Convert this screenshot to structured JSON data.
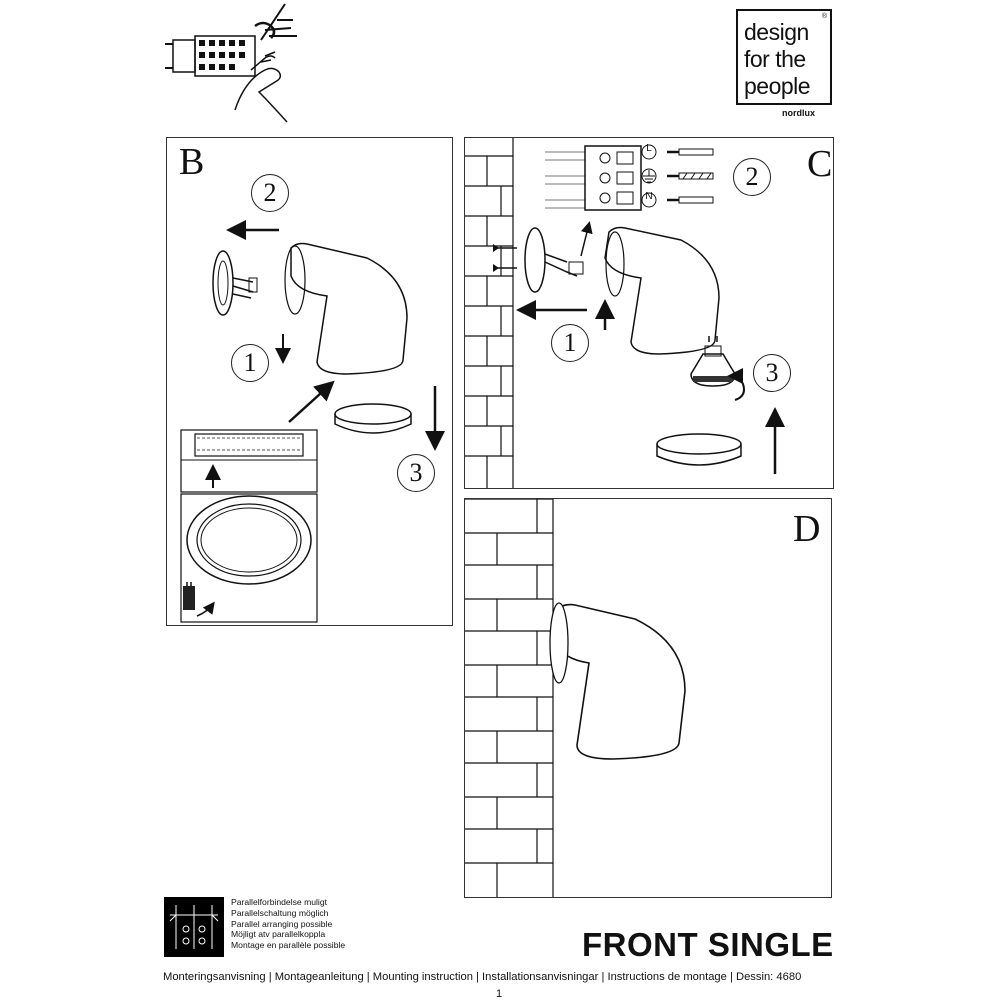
{
  "brand_logo": {
    "lines": [
      "design",
      "for the",
      "people"
    ],
    "registered": "®",
    "sub": "nordlux"
  },
  "panels": {
    "b": {
      "letter": "B",
      "steps": [
        "2",
        "1",
        "3"
      ]
    },
    "c": {
      "letter": "C",
      "steps": [
        "2",
        "1",
        "3"
      ],
      "terminals": [
        "L",
        "N"
      ],
      "ground_icon": "ground-symbol-icon"
    },
    "d": {
      "letter": "D"
    }
  },
  "parallel_note": {
    "lines": [
      "Parallelforbindelse muligt",
      "Parallelschaltung möglich",
      "Parallel arranging possible",
      "Möjligt atv parallelkoppla",
      "Montage en parallèle possible"
    ]
  },
  "product_title": "FRONT SINGLE",
  "footer_text": "Monteringsanvisning | Montageanleitung | Mounting instruction | Installationsanvisningar | Instructions de montage | Dessin: 4680",
  "page_number": "1"
}
